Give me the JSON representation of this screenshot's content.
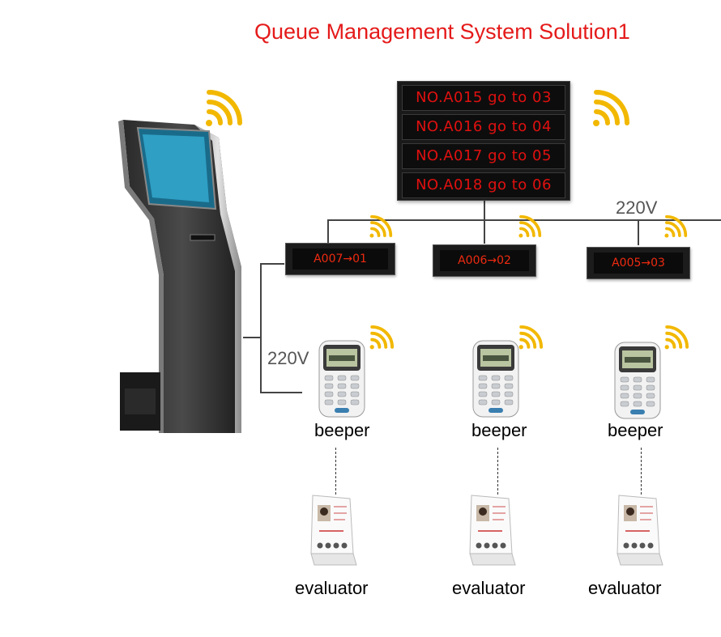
{
  "title": "Queue Management System Solution1",
  "main_display": {
    "rows": [
      "NO.A015 go to 03",
      "NO.A016 go to 04",
      "NO.A017 go to 05",
      "NO.A018 go to 06"
    ]
  },
  "counter_displays": [
    "A007→01",
    "A006→02",
    "A005→03"
  ],
  "voltage_labels": {
    "top": "220V",
    "left": "220V"
  },
  "device_labels": {
    "beepers": [
      "beeper",
      "beeper",
      "beeper"
    ],
    "evaluators": [
      "evaluator",
      "evaluator",
      "evaluator"
    ]
  },
  "colors": {
    "title": "#e51a1a",
    "led_text": "#e01010",
    "signal": "#f2b800"
  },
  "icons": [
    "wifi-signal-icon",
    "ticket-kiosk-icon",
    "beeper-keypad-icon",
    "evaluator-device-icon"
  ]
}
